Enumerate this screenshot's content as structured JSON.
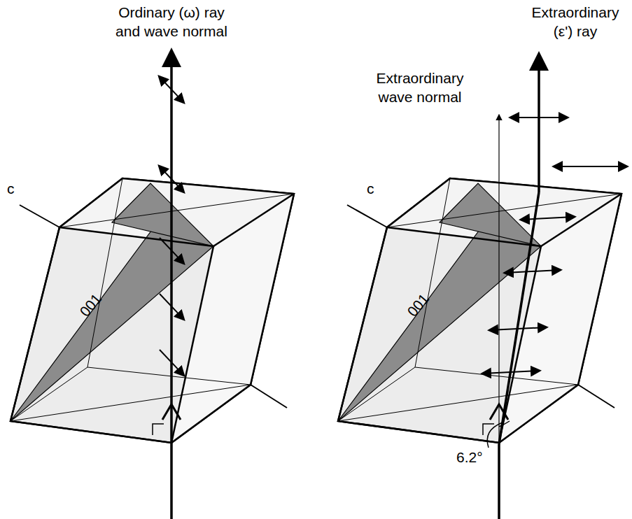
{
  "diagram": {
    "labels": [
      "Ordinary (ω) ray and wave normal",
      "c",
      "001",
      "Extraordinary wave normal",
      "Extraordinary (ε') ray",
      "c",
      "001",
      "6.2°"
    ]
  }
}
